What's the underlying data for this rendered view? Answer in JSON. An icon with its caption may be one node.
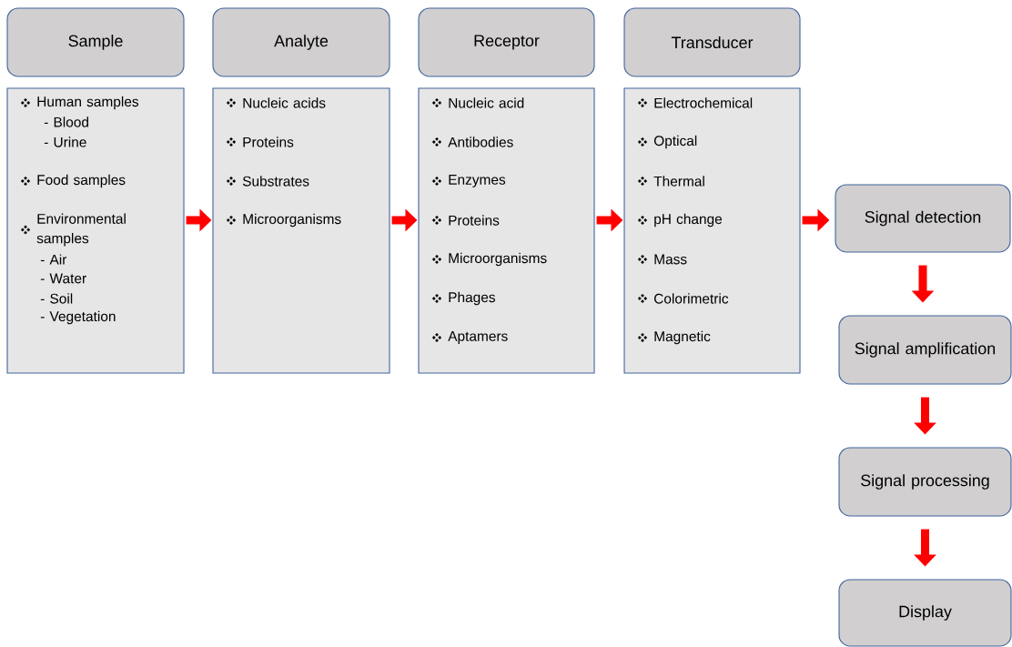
{
  "diagram": {
    "nodes": [
      {
        "text": [
          "Sample"
        ]
      },
      {
        "text": [
          "Human samples",
          "- Blood",
          "- Urine",
          "Food samples",
          "Environmental samples",
          "- Air",
          "- Water",
          "- Soil",
          "- Vegetation"
        ]
      },
      {
        "text": [
          "Analyte"
        ]
      },
      {
        "text": [
          "Nucleic acids",
          "Proteins",
          "Substrates",
          "Microorganisms"
        ]
      },
      {
        "text": [
          "Receptor"
        ]
      },
      {
        "text": [
          "Nucleic acid",
          "Antibodies",
          "Enzymes",
          "Proteins",
          "Microorganisms",
          "Phages",
          "Aptamers"
        ]
      },
      {
        "text": [
          "Transducer"
        ]
      },
      {
        "text": [
          "Electrochemical",
          "Optical",
          "Thermal",
          "pH change",
          "Mass",
          "Colorimetric",
          "Magnetic"
        ]
      },
      {
        "text": [
          "Signal detection"
        ]
      },
      {
        "text": [
          "Signal amplification"
        ]
      },
      {
        "text": [
          "Signal processing"
        ]
      },
      {
        "text": [
          "Display"
        ]
      }
    ],
    "edges": [
      {
        "from": 1,
        "to": 3,
        "arrow": "to"
      },
      {
        "from": 3,
        "to": 5,
        "arrow": "to"
      },
      {
        "from": 5,
        "to": 7,
        "arrow": "to"
      },
      {
        "from": 7,
        "to": 8,
        "arrow": "to"
      },
      {
        "from": 8,
        "to": 9,
        "arrow": "to"
      },
      {
        "from": 9,
        "to": 10,
        "arrow": "to"
      },
      {
        "from": 10,
        "to": 11,
        "arrow": "to"
      }
    ]
  }
}
